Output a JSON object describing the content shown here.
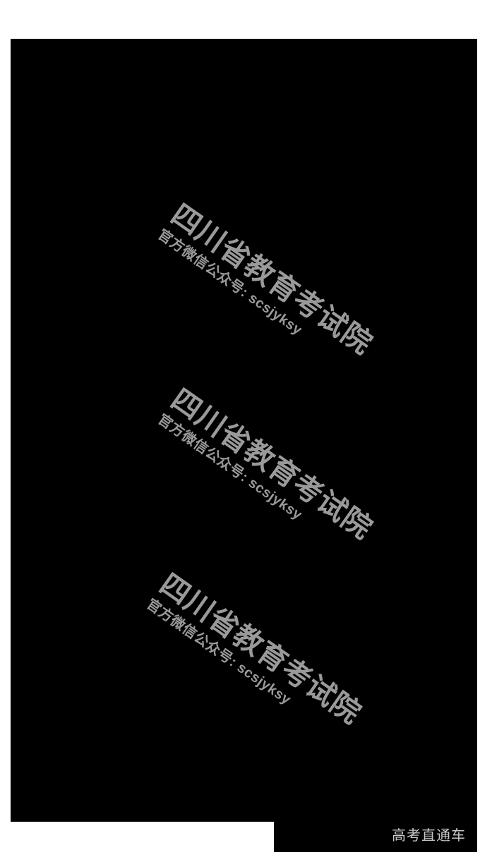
{
  "page": {
    "background_color": "#ffffff",
    "panel_color": "#000000"
  },
  "media_panel": {
    "name": "video-frame",
    "watermark_color": "#9a9a9a",
    "watermarks": [
      {
        "title": "四川省教育考试院",
        "subtitle": "官方微信公众号: scsjyksy"
      },
      {
        "title": "四川省教育考试院",
        "subtitle": "官方微信公众号: scsjyksy"
      },
      {
        "title": "四川省教育考试院",
        "subtitle": "官方微信公众号: scsjyksy"
      }
    ]
  },
  "footer": {
    "channel_label": "高考直通车",
    "channel_label_color": "#c9c9c9"
  }
}
